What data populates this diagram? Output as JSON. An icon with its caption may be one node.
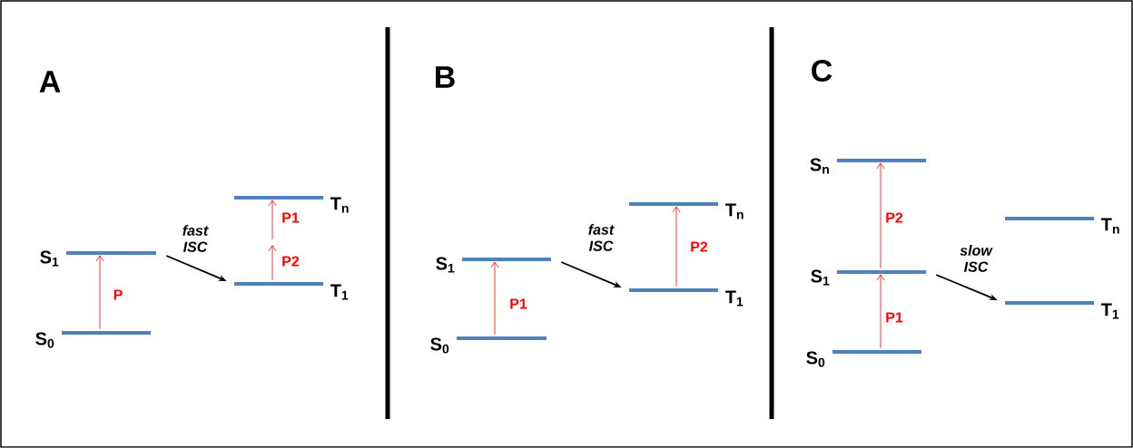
{
  "diagram": {
    "nodes": [
      {
        "text": [
          "S$_{1}$"
        ]
      },
      {
        "text": [
          "S$_{0}$"
        ]
      },
      {
        "text": [
          "T$_{n}$"
        ]
      },
      {
        "text": [
          "T$_{1}$"
        ]
      },
      {
        "text": [
          "S$_{1}$"
        ]
      },
      {
        "text": [
          "S$_{0}$"
        ]
      },
      {
        "text": [
          "T$_{n}$"
        ]
      },
      {
        "text": [
          "T$_{1}$"
        ]
      },
      {
        "text": [
          "S$_{n}$"
        ]
      },
      {
        "text": [
          "S$_{1}$"
        ]
      },
      {
        "text": [
          "S$_{0}$"
        ]
      },
      {
        "text": [
          "T$_{n}$"
        ]
      },
      {
        "text": [
          "T$_{1}$"
        ]
      }
    ],
    "edges": [
      {
        "from": 1,
        "to": 0,
        "arrow": "to",
        "label": "P"
      },
      {
        "from": 0,
        "to": 3,
        "arrow": "to",
        "label": "fast ISC",
        "color": "#000000"
      },
      {
        "from": 3,
        "to": null,
        "arrow": "to",
        "label": "P2"
      },
      {
        "from": null,
        "to": 2,
        "arrow": "to",
        "label": "P1"
      },
      {
        "from": 5,
        "to": 4,
        "arrow": "to",
        "label": "P1"
      },
      {
        "from": 4,
        "to": 7,
        "arrow": "to",
        "label": "fast ISC",
        "color": "#000000"
      },
      {
        "from": 7,
        "to": 6,
        "arrow": "to",
        "label": "P2"
      },
      {
        "from": 10,
        "to": 9,
        "arrow": "to",
        "label": "P1"
      },
      {
        "from": 9,
        "to": 8,
        "arrow": "to",
        "label": "P2"
      },
      {
        "from": 9,
        "to": 12,
        "arrow": "to",
        "label": "slow ISC",
        "color": "#000000"
      }
    ],
    "labels": [
      "A",
      "B",
      "C"
    ]
  }
}
